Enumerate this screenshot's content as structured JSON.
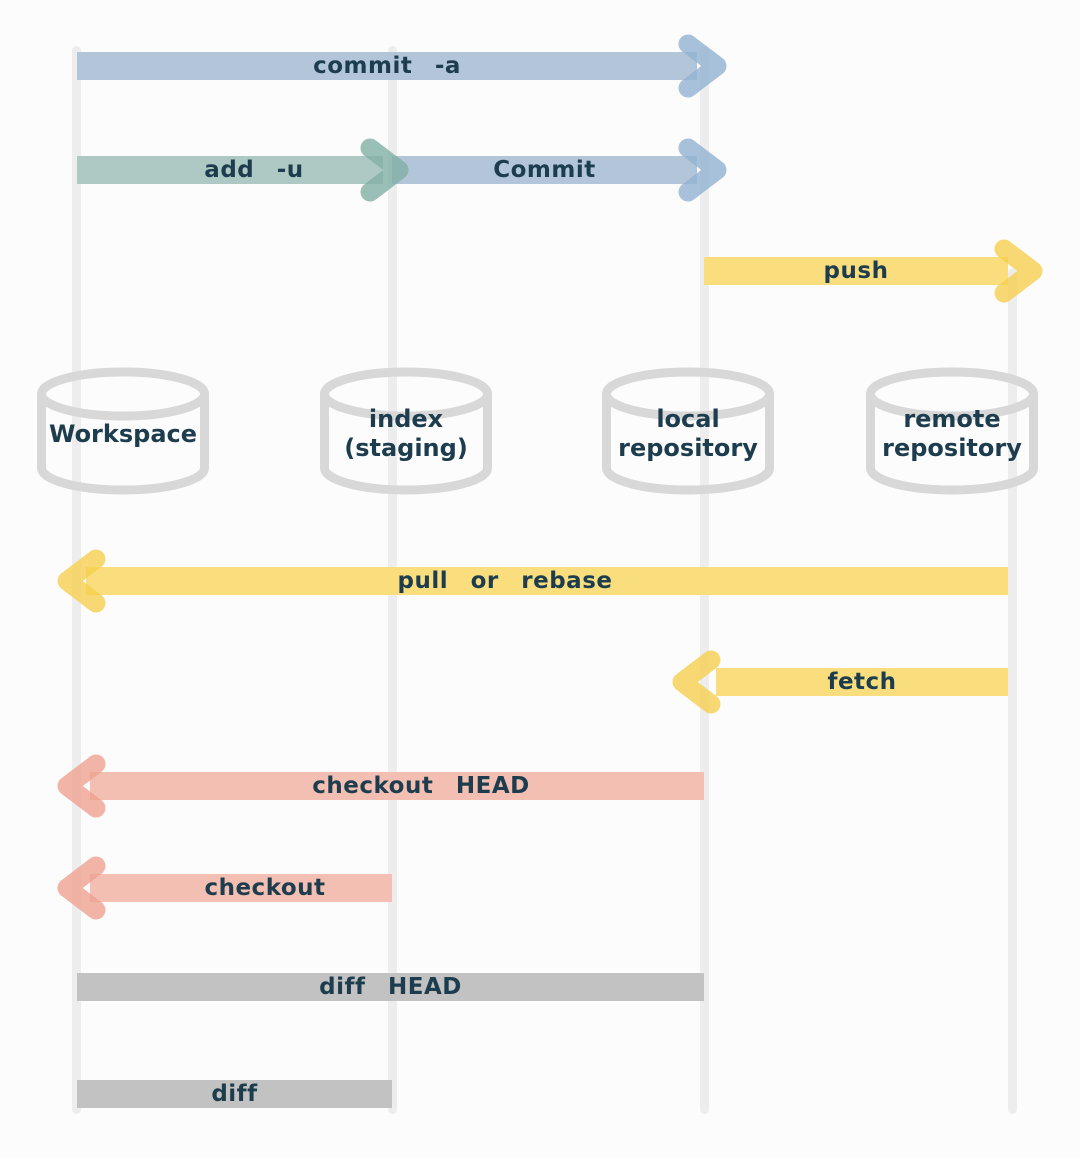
{
  "nodes": {
    "workspace": {
      "label": "Workspace"
    },
    "index": {
      "line1": "index",
      "line2": "(staging)"
    },
    "local_repository": {
      "line1": "local",
      "line2": "repository"
    },
    "remote_repository": {
      "line1": "remote",
      "line2": "repository"
    }
  },
  "arrows": {
    "commit_a": {
      "label": "commit -a",
      "from": "workspace",
      "to": "local repository",
      "direction": "right",
      "color": "#b3c6d9"
    },
    "add_u": {
      "label": "add -u",
      "from": "workspace",
      "to": "index",
      "direction": "right",
      "color": "#aec9c3"
    },
    "commit": {
      "label": "Commit",
      "from": "index",
      "to": "local repository",
      "direction": "right",
      "color": "#b3c6d9"
    },
    "push": {
      "label": "push",
      "from": "local repository",
      "to": "remote repository",
      "direction": "right",
      "color": "#fade7e"
    },
    "pull_or_rebase": {
      "label": "pull or rebase",
      "from": "remote repository",
      "to": "workspace",
      "direction": "left",
      "color": "#fade7e"
    },
    "fetch": {
      "label": "fetch",
      "from": "remote repository",
      "to": "local repository",
      "direction": "left",
      "color": "#fade7e"
    },
    "checkout_head": {
      "label": "checkout HEAD",
      "from": "local repository",
      "to": "workspace",
      "direction": "left",
      "color": "#f3bfb2"
    },
    "checkout": {
      "label": "checkout",
      "from": "index",
      "to": "workspace",
      "direction": "left",
      "color": "#f3bfb2"
    },
    "diff_head": {
      "label": "diff HEAD",
      "from": "workspace",
      "to": "local repository",
      "direction": "none",
      "color": "#c2c2c2"
    },
    "diff": {
      "label": "diff",
      "from": "workspace",
      "to": "index",
      "direction": "none",
      "color": "#c2c2c2"
    }
  },
  "colors": {
    "background": "#fcfcfc",
    "lifeline": "#ededed",
    "cylinder_stroke": "#d8d8d8",
    "text": "#1d3d4f",
    "band_blue": "#b3c6d9",
    "band_teal": "#aec9c3",
    "band_yellow": "#fade7e",
    "band_pink": "#f3bfb2",
    "band_gray": "#c2c2c2",
    "head_blue": "#93b3d2",
    "head_teal": "#82b0a7",
    "head_yellow": "#f6d051",
    "head_pink": "#efa392"
  }
}
